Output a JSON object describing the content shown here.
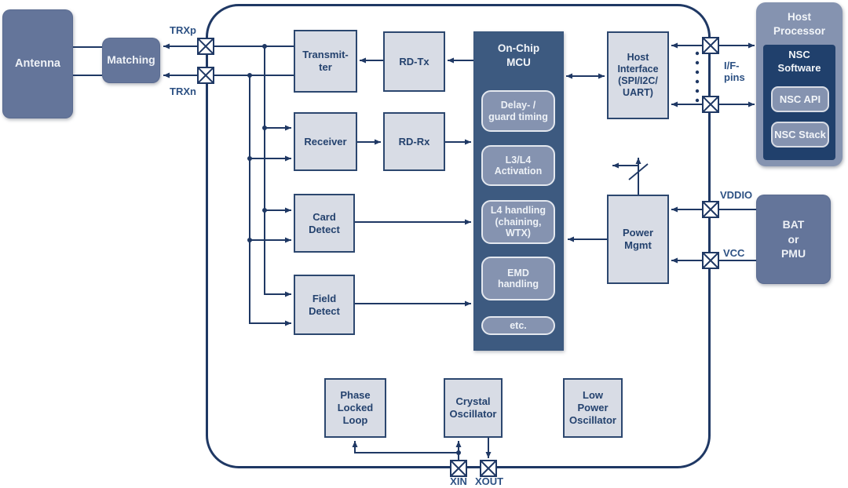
{
  "diagram": "NFC controller block diagram",
  "colors": {
    "line": "#1f3864",
    "light_block_fill": "#d8dce5",
    "slate_block_fill": "#64759a",
    "mcu_fill": "#3d5a80",
    "mcu_sub_fill": "#8593b0",
    "nsc_fill": "#20406c",
    "dark_text": "#24426e",
    "light_text": "#eef1f6",
    "pin_label_text": "#2d5183"
  },
  "blocks": {
    "antenna": "Antenna",
    "matching": "Matching",
    "transmitter": "Transmit-\nter",
    "rd_tx": "RD-Tx",
    "receiver": "Receiver",
    "rd_rx": "RD-Rx",
    "card_detect": "Card\nDetect",
    "field_detect": "Field\nDetect",
    "host_interface": "Host\nInterface\n(SPI/I2C/\nUART)",
    "power_mgmt": "Power\nMgmt",
    "phase_locked_loop": "Phase\nLocked\nLoop",
    "crystal_oscillator": "Crystal\nOscillator",
    "low_power_oscillator": "Low\nPower\nOscillator",
    "bat_pmu": "BAT\nor\nPMU"
  },
  "mcu": {
    "title": "On-Chip\nMCU",
    "sub_blocks": [
      "Delay- /\nguard timing",
      "L3/L4\nActivation",
      "L4 handling\n(chaining,\nWTX)",
      "EMD\nhandling",
      "etc."
    ]
  },
  "host_processor": {
    "title": "Host\nProcessor",
    "nsc_software": "NSC\nSoftware",
    "nsc_api": "NSC API",
    "nsc_stack": "NSC Stack"
  },
  "pins": {
    "trxp": "TRXp",
    "trxn": "TRXn",
    "if_pins": "I/F-\npins",
    "vddio": "VDDIO",
    "vcc": "VCC",
    "xin": "XIN",
    "xout": "XOUT"
  }
}
